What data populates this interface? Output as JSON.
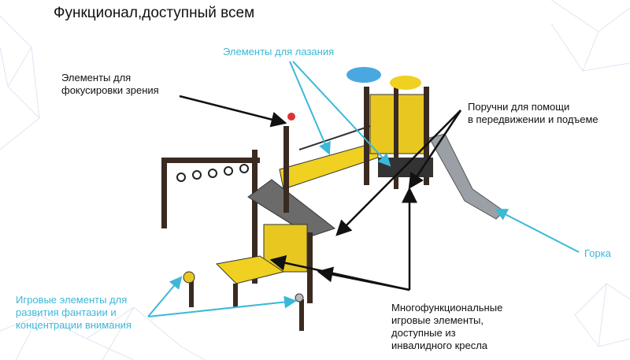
{
  "slide": {
    "title": "Функционал,доступный всем",
    "labels": {
      "climbing": "Элементы для лазания",
      "vision_line1": "Элементы для",
      "vision_line2": "фокусировки зрения",
      "handrails_line1": "Поручни для помощи",
      "handrails_line2": "в передвижении и подъеме",
      "slide": "Горка",
      "imagination_line1": "Игровые элементы для",
      "imagination_line2": "развития фантазии и",
      "imagination_line3": "концентрации внимания",
      "multi_line1": "Многофункциональные",
      "multi_line2": "игровые элементы,",
      "multi_line3": "доступные из",
      "multi_line4": "инвалидного кресла"
    },
    "colors": {
      "accent": "#3bb8d8",
      "post": "#3a2a20",
      "panel": "#f0d020",
      "network": "#dde6f2"
    }
  }
}
